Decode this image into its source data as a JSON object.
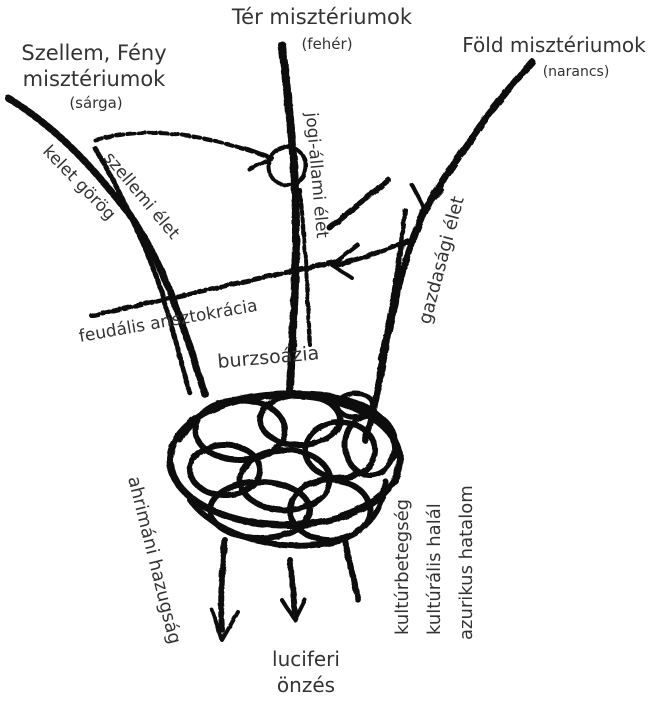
{
  "labels": {
    "spirit_title_line1": "Szellem, Fény",
    "spirit_title_line2": "misztériumok",
    "spirit_color": "(sárga)",
    "space_title": "Tér misztériumok",
    "space_color": "(fehér)",
    "earth_title": "Föld misztériumok",
    "earth_color": "(narancs)",
    "greek_east": "kelet görög",
    "spiritual_life": "szellemi élet",
    "legal_state_life": "jogi-állami élet",
    "economic_life": "gazdasági élet",
    "feudal_aristocracy": "feudális arisztokrácia",
    "bourgeoisie": "burzsoázia",
    "ahrimanic_lie": "ahrimáni hazugság",
    "cultural_disease": "kultúrbetegség",
    "cultural_death": "kultúrális halál",
    "azuric_power": "azurikus hatalom",
    "luciferic_line1": "luciferi",
    "luciferic_line2": "önzés"
  },
  "colors": {
    "ink": "#111111",
    "text": "#333333",
    "background": "#ffffff"
  }
}
